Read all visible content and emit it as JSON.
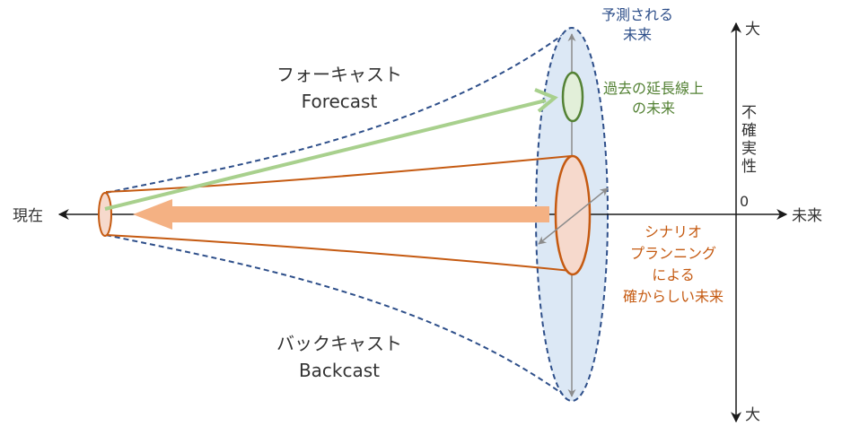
{
  "labels": {
    "present": "現在",
    "future_axis": "未来",
    "zero": "0",
    "uncertainty_large_top": "大",
    "uncertainty_large_bottom": "大",
    "uncertainty": [
      "不",
      "確",
      "実",
      "性"
    ],
    "predicted_future": [
      "予測される",
      "未来"
    ],
    "extension_of_past": [
      "過去の延長線上",
      "の未来"
    ],
    "forecast_ja": "フォーキャスト",
    "forecast_en": "Forecast",
    "backcast_ja": "バックキャスト",
    "backcast_en": "Backcast",
    "scenario": [
      "シナリオ",
      "プランニング",
      "による",
      "確からしい未来"
    ]
  },
  "colors": {
    "axis": "#1a1a1a",
    "dashed_blue": "#2e4f8a",
    "cone_fill": "#dce8f5",
    "green": "#548235",
    "green_light": "#a8d08d",
    "orange": "#c55a11",
    "orange_light": "#f4b183",
    "orange_fill": "#f6d9cc",
    "gray": "#8c8c8c",
    "text": "#333333",
    "text_blue": "#2e4f8a"
  }
}
